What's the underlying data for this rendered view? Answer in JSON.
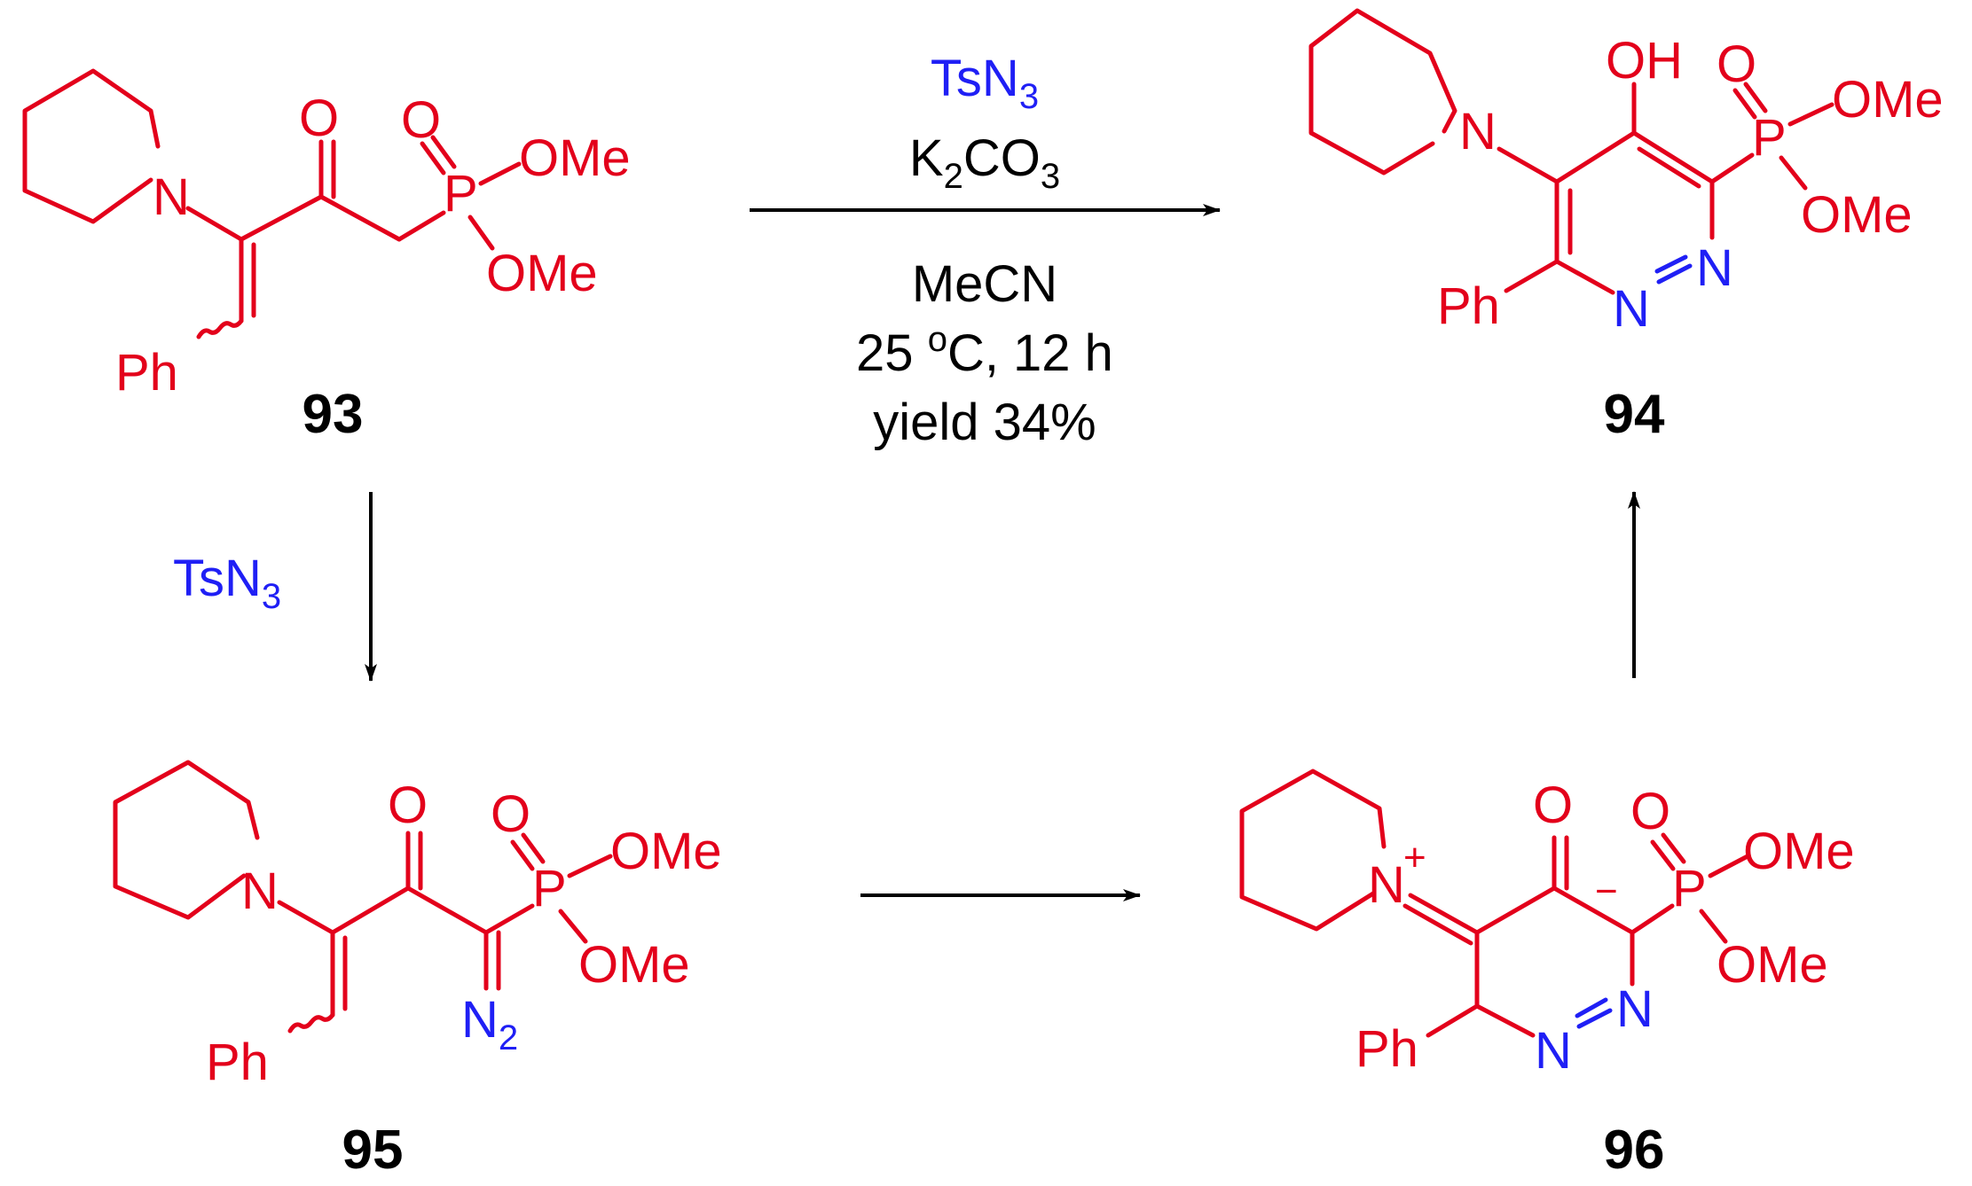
{
  "compounds": {
    "c93": {
      "label": "93",
      "atoms": {
        "N": "N",
        "O": "O",
        "P": "P",
        "O2": "O",
        "OMe1": "OMe",
        "OMe2": "OMe",
        "Ph": "Ph"
      }
    },
    "c94": {
      "label": "94",
      "atoms": {
        "N": "N",
        "OH": "OH",
        "P": "P",
        "O": "O",
        "OMe1": "OMe",
        "OMe2": "OMe",
        "Ph": "Ph",
        "N1": "N",
        "N2": "N"
      }
    },
    "c95": {
      "label": "95",
      "atoms": {
        "N": "N",
        "O": "O",
        "P": "P",
        "O2": "O",
        "OMe1": "OMe",
        "OMe2": "OMe",
        "Ph": "Ph",
        "N2": "N",
        "N2sub": "2"
      }
    },
    "c96": {
      "label": "96",
      "atoms": {
        "N": "N",
        "plus": "+",
        "O": "O",
        "minus": "−",
        "P": "P",
        "O2": "O",
        "OMe1": "OMe",
        "OMe2": "OMe",
        "Ph": "Ph",
        "N1": "N",
        "N2": "N"
      }
    }
  },
  "conditions": {
    "top": {
      "reagent1": "TsN",
      "reagent1_sub": "3",
      "reagent2_a": "K",
      "reagent2_sub1": "2",
      "reagent2_b": "CO",
      "reagent2_sub2": "3",
      "solvent": "MeCN",
      "temp_a": "25 ",
      "temp_sup": "o",
      "temp_b": "C, 12 h",
      "yield": "yield 34%"
    },
    "left": {
      "reagent": "TsN",
      "reagent_sub": "3"
    }
  },
  "colors": {
    "structure": "#e3001b",
    "nitrogen_reagent": "#1f1ff5",
    "arrow": "#000000"
  }
}
